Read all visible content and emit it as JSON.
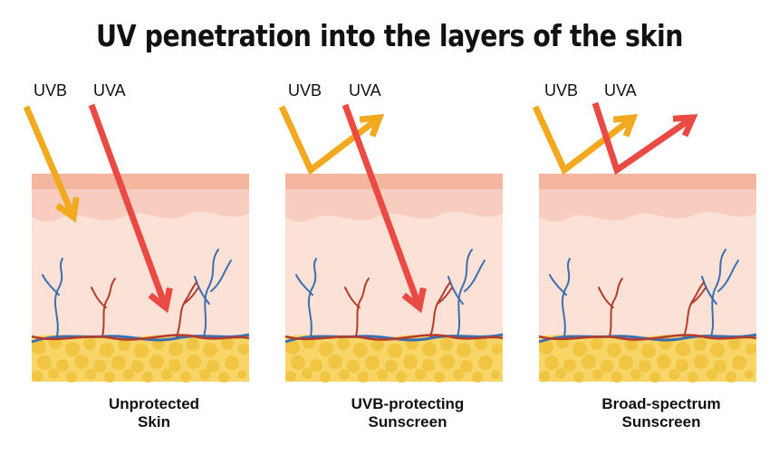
{
  "title": "UV penetration into the layers of the skin",
  "colors": {
    "uvb": "#f2a91f",
    "uva": "#e94a43",
    "epidermis_top": "#f5b6a0",
    "epidermis": "#f8cdbf",
    "dermis": "#fbe1d6",
    "fat": "#f7d567",
    "fat_cell": "#f1c442",
    "vein": "#3d6fb0",
    "artery": "#b53b2b"
  },
  "panels": [
    {
      "uvb_label": "UVB",
      "uva_label": "UVA",
      "caption_line1": "Unprotected",
      "caption_line2": "Skin",
      "uvb_blocked": false,
      "uva_blocked": false
    },
    {
      "uvb_label": "UVB",
      "uva_label": "UVA",
      "caption_line1": "UVB-protecting",
      "caption_line2": "Sunscreen",
      "uvb_blocked": true,
      "uva_blocked": false
    },
    {
      "uvb_label": "UVB",
      "uva_label": "UVA",
      "caption_line1": "Broad-spectrum",
      "caption_line2": "Sunscreen",
      "uvb_blocked": true,
      "uva_blocked": true
    }
  ]
}
